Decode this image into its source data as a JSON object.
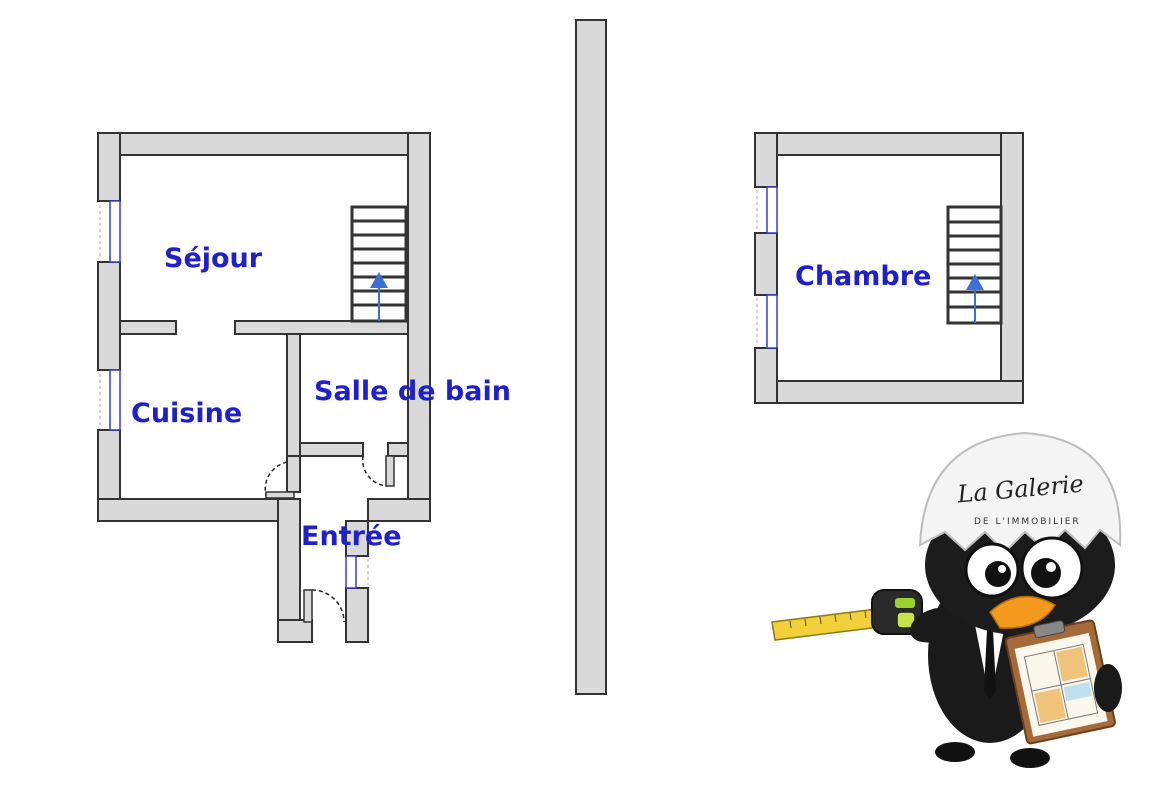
{
  "rooms": {
    "sejour": "Séjour",
    "cuisine": "Cuisine",
    "salle_de_bain": "Salle de bain",
    "entree": "Entrée",
    "chambre": "Chambre"
  },
  "mascot": {
    "logo_signature": "La Galerie",
    "logo_subtitle": "DE L'IMMOBILIER"
  },
  "colors": {
    "label": "#1f1fcc",
    "wall_fill": "#d9d9d9",
    "wall_stroke": "#333333",
    "window": "#3a3ad0",
    "stair_arrow": "#3d6fd6"
  }
}
